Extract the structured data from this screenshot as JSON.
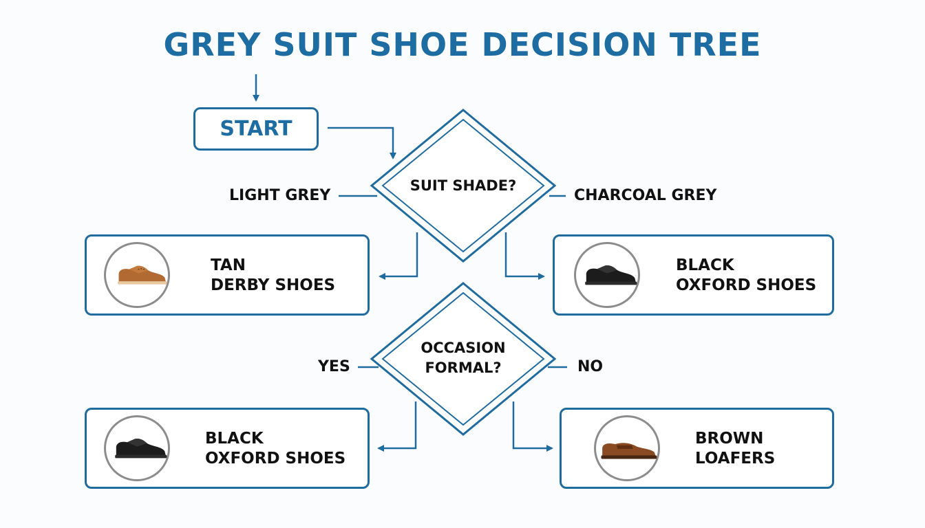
{
  "title": "GREY SUIT SHOE DECISION TREE",
  "start_label": "START",
  "decisions": [
    {
      "line1": "SUIT SHADE?",
      "line2": ""
    },
    {
      "line1": "OCCASION",
      "line2": "FORMAL?"
    }
  ],
  "branch_labels": {
    "shade_left": "LIGHT GREY",
    "shade_right": "CHARCOAL GREY",
    "occasion_left": "YES",
    "occasion_right": "NO"
  },
  "outcomes": [
    {
      "line1": "TAN",
      "line2": "DERBY SHOES",
      "icon": "tan-derby-shoe-icon"
    },
    {
      "line1": "BLACK",
      "line2": "OXFORD SHOES",
      "icon": "black-oxford-shoe-icon"
    },
    {
      "line1": "BLACK",
      "line2": "OXFORD SHOES",
      "icon": "black-oxford-shoe-icon"
    },
    {
      "line1": "BROWN",
      "line2": "LOAFERS",
      "icon": "brown-loafer-icon"
    }
  ],
  "colors": {
    "accent": "#1f6b9e",
    "title": "#1d6da3",
    "text": "#111111"
  }
}
